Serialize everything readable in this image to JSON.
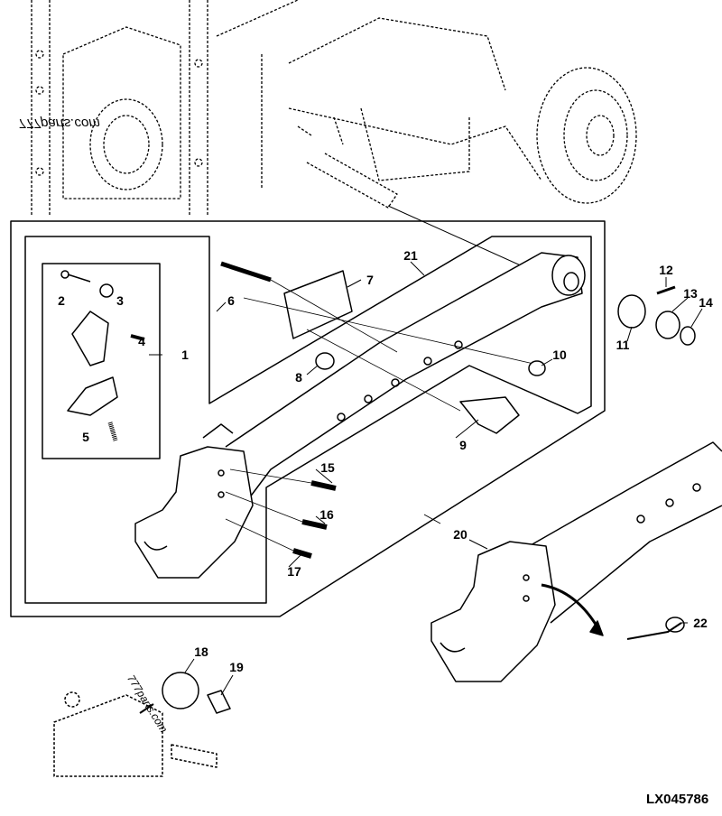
{
  "callouts": [
    "1",
    "2",
    "3",
    "4",
    "5",
    "6",
    "7",
    "8",
    "9",
    "10",
    "11",
    "12",
    "13",
    "14",
    "15",
    "16",
    "17",
    "18",
    "19",
    "20",
    "21",
    "22"
  ],
  "reference_code": "LX045786",
  "watermark": "777parts.com"
}
